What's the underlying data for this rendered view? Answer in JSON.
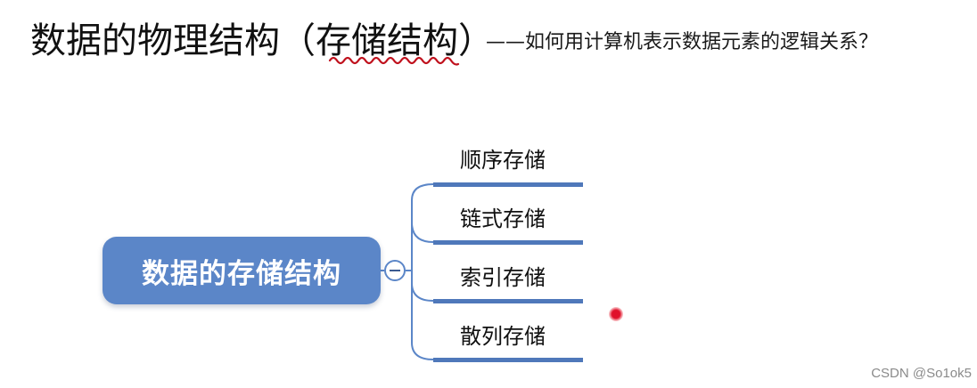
{
  "title": {
    "main": "数据的物理结构",
    "paren_open": "（",
    "highlight": "存储结构",
    "paren_close": "）"
  },
  "subtitle": "——如何用计算机表示数据元素的逻辑关系？",
  "mindmap": {
    "root": "数据的存储结构",
    "branches": [
      {
        "label": "顺序存储"
      },
      {
        "label": "链式存储"
      },
      {
        "label": "索引存储"
      },
      {
        "label": "散列存储"
      }
    ]
  },
  "colors": {
    "node_fill": "#5b86c8",
    "branch_bar": "#4f78ba",
    "squiggle": "#c0121e",
    "pointer_dot": "#e0102a"
  },
  "icons": {
    "collapse": "collapse-minus-icon"
  },
  "watermark": "CSDN @So1ok5"
}
